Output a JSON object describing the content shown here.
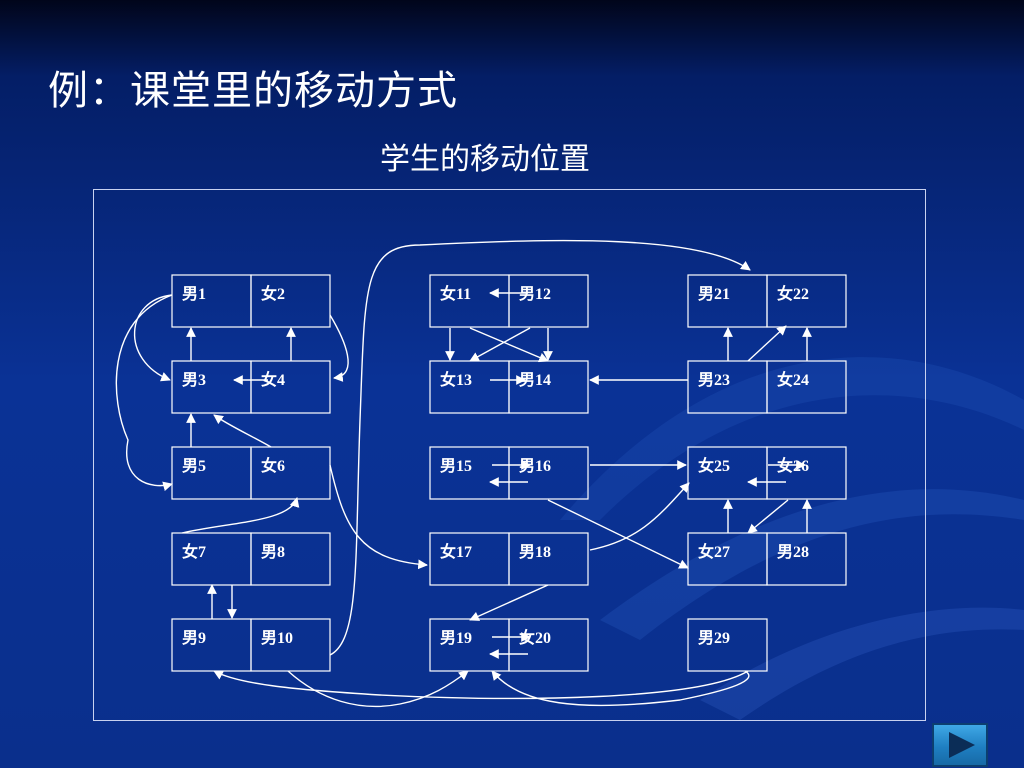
{
  "slide": {
    "title": "例：课堂里的移动方式",
    "subtitle": "学生的移动位置"
  },
  "diagram": {
    "seats": [
      {
        "id": "s1",
        "left": "男1",
        "right": "女2"
      },
      {
        "id": "s2",
        "left": "女11",
        "right": "男12"
      },
      {
        "id": "s3",
        "left": "男21",
        "right": "女22"
      },
      {
        "id": "s4",
        "left": "男3",
        "right": "女4"
      },
      {
        "id": "s5",
        "left": "女13",
        "right": "男14"
      },
      {
        "id": "s6",
        "left": "男23",
        "right": "女24"
      },
      {
        "id": "s7",
        "left": "男5",
        "right": "女6"
      },
      {
        "id": "s8",
        "left": "男15",
        "right": "男16"
      },
      {
        "id": "s9",
        "left": "女25",
        "right": "女26"
      },
      {
        "id": "s10",
        "left": "女7",
        "right": "男8"
      },
      {
        "id": "s11",
        "left": "女17",
        "right": "男18"
      },
      {
        "id": "s12",
        "left": "女27",
        "right": "男28"
      },
      {
        "id": "s13",
        "left": "男9",
        "right": "男10"
      },
      {
        "id": "s14",
        "left": "男19",
        "right": "女20"
      },
      {
        "id": "s15",
        "left": "男29",
        "right": ""
      }
    ]
  },
  "colors": {
    "line": "#ffffff",
    "frame": "#c8d2f0",
    "nav_button": "#2b93d6"
  },
  "nav": {
    "icon": "play-triangle-icon"
  }
}
